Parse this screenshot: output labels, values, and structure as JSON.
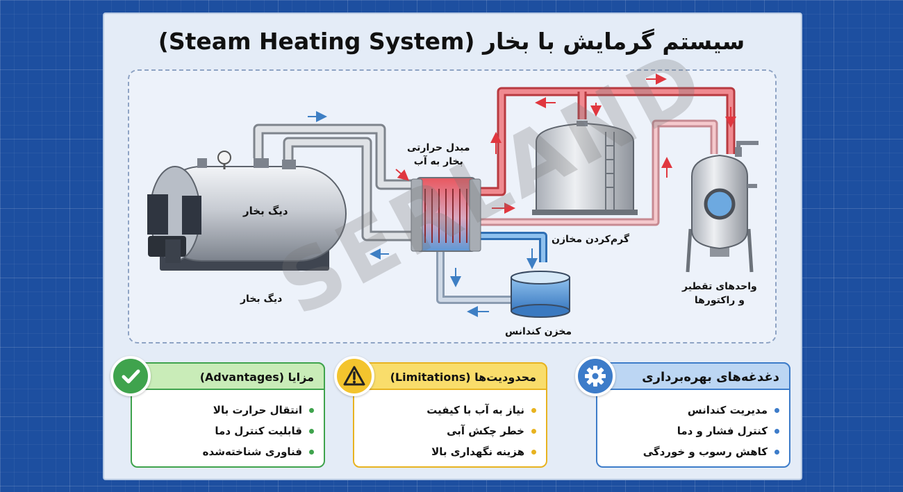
{
  "title": "سیستم گرمایش با بخار (Steam Heating System)",
  "labels": {
    "boiler_body": "دیگ بخار",
    "boiler_caption": "دیگ بخار",
    "exchanger_line1": "مبدل حرارتی",
    "exchanger_line2": "بخار به آب",
    "tank_caption": "گرم‌کردن مخازن",
    "condensate": "مخزن کندانس",
    "reactor_line1": "واحدهای تقطیر",
    "reactor_line2": "و راکتورها"
  },
  "watermark": "SERLAND",
  "cards": {
    "advantages": {
      "title": "مزایا (Advantages)",
      "items": [
        "انتقال حرارت بالا",
        "قابلیت کنترل دما",
        "فناوری شناخته‌شده"
      ],
      "color": "#3fa34d",
      "head_bg": "#c9ecb8",
      "icon": "check-icon"
    },
    "limitations": {
      "title": "محدودیت‌ها (Limitations)",
      "items": [
        "نیاز به آب با کیفیت",
        "خطر چکش آبی",
        "هزینه نگهداری بالا"
      ],
      "color": "#e8b320",
      "head_bg": "#f9dd6b",
      "icon": "warning-icon"
    },
    "concerns": {
      "title": "دغدغه‌های بهره‌برداری",
      "items": [
        "مدیریت کندانس",
        "کنترل فشار و دما",
        "کاهش رسوب و خوردگی"
      ],
      "color": "#3d7cc9",
      "head_bg": "#bcd6f3",
      "icon": "gear-icon"
    }
  },
  "colors": {
    "steam_pipe": "#c9ccd2",
    "hot_pipe": "#e8626a",
    "cold_pipe": "#6fa4d8",
    "arrow_red": "#e0373f",
    "arrow_blue": "#3e7fc4"
  }
}
